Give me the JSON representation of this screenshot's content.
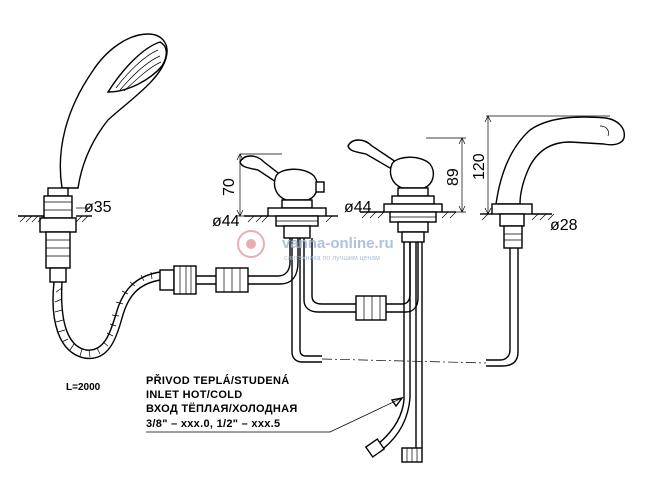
{
  "dimensions": {
    "shower_diameter": "ø35",
    "mixer_diameter_left": "ø44",
    "mixer_diameter_right": "ø44",
    "spout_diameter": "ø28",
    "handle_height_left": "70",
    "handle_height_right": "89",
    "spout_height": "120",
    "hose_length": "L=2000"
  },
  "inlet_note": {
    "line_cz": "PŘIVOD TEPLÁ/STUDENÁ",
    "line_en": "INLET HOT/COLD",
    "line_ru": "ВХОД ТЁПЛАЯ/ХОЛОДНАЯ",
    "line_sizes": "3/8\" – xxx.0, 1/2\" – xxx.5"
  },
  "watermark": {
    "site": "vanna-online.ru",
    "tagline": "сантехника по лучшим ценам"
  },
  "colors": {
    "line": "#000000",
    "background": "#ffffff",
    "watermark": "#9fb8d6"
  }
}
